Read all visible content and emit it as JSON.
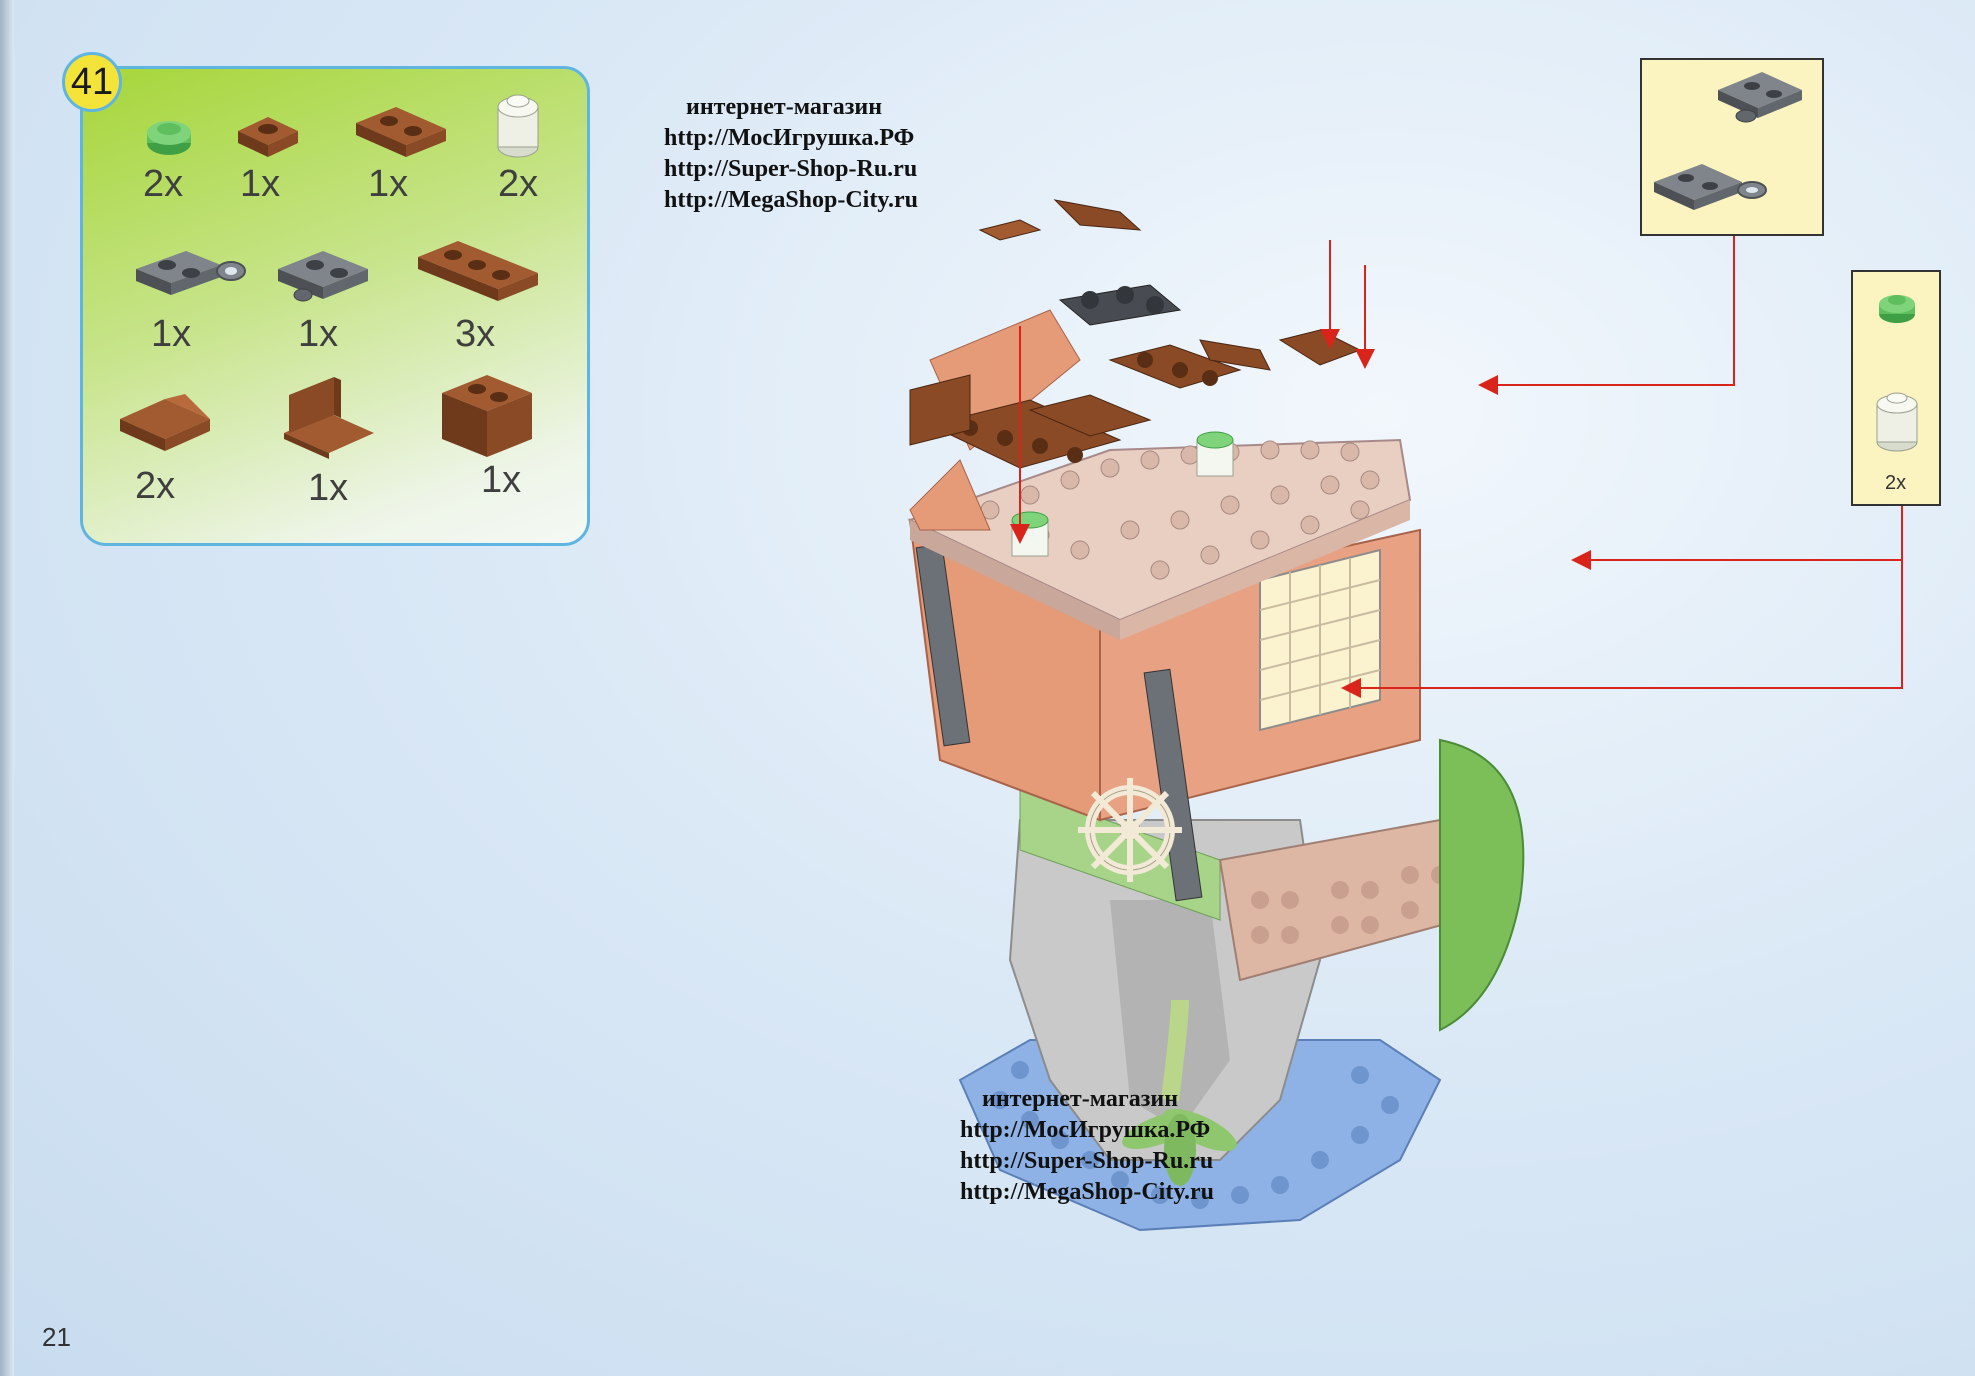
{
  "step": {
    "number": "41"
  },
  "parts": [
    {
      "name": "round-plate-1x1-green",
      "qty": "2x"
    },
    {
      "name": "plate-1x1-brown",
      "qty": "1x"
    },
    {
      "name": "plate-1x2-brown",
      "qty": "1x"
    },
    {
      "name": "round-brick-1x1-trans-clear",
      "qty": "2x"
    },
    {
      "name": "plate-1x2-with-clip-grey",
      "qty": "1x"
    },
    {
      "name": "plate-1x2-with-pin-grey",
      "qty": "1x"
    },
    {
      "name": "plate-1x3-brown",
      "qty": "3x"
    },
    {
      "name": "slope-brown",
      "qty": "2x"
    },
    {
      "name": "bracket-brown",
      "qty": "1x"
    },
    {
      "name": "brick-1x2-brown",
      "qty": "1x"
    }
  ],
  "shop_text": {
    "heading": "интернет-магазин",
    "urls": [
      "http://МосИгрушка.РФ",
      "http://Super-Shop-Ru.ru",
      "http://MegaShop-City.ru"
    ]
  },
  "callouts": {
    "clip_assembly": {
      "qty": ""
    },
    "stud_assembly": {
      "qty": "2x"
    }
  },
  "colors": {
    "brown": "#8a4a26",
    "grey": "#6c7177",
    "green": "#5fbf5f",
    "arrow": "#d9241c",
    "tan": "#e8c8b8",
    "salmon": "#e59a78",
    "water": "#8fb2e6"
  },
  "page": {
    "number": "21"
  }
}
